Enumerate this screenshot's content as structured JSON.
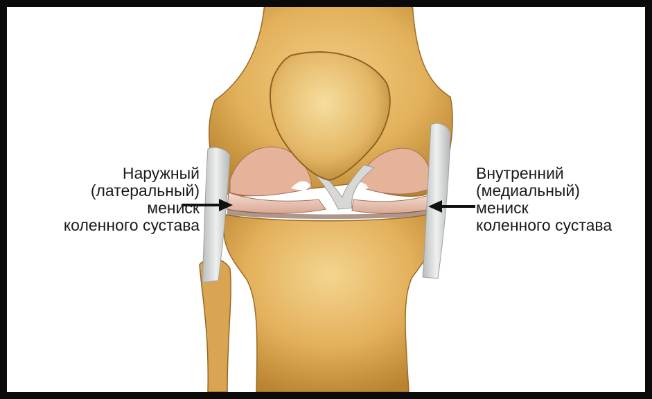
{
  "labels": {
    "lateral": {
      "line1": "Наружный",
      "line2": "(латеральный)",
      "line3": "мениск",
      "line4": "коленного сустава"
    },
    "medial": {
      "line1": "Внутренний",
      "line2": "(медиальный)",
      "line3": "мениск",
      "line4": "коленного сустава"
    }
  },
  "colors": {
    "bone": "#e6b55f",
    "bone_shadow": "#c58f3a",
    "cartilage": "#e7b7a0",
    "meniscus": "#efcdbf",
    "ligament": "#d9dbd9",
    "frame": "#0a0a0a"
  }
}
